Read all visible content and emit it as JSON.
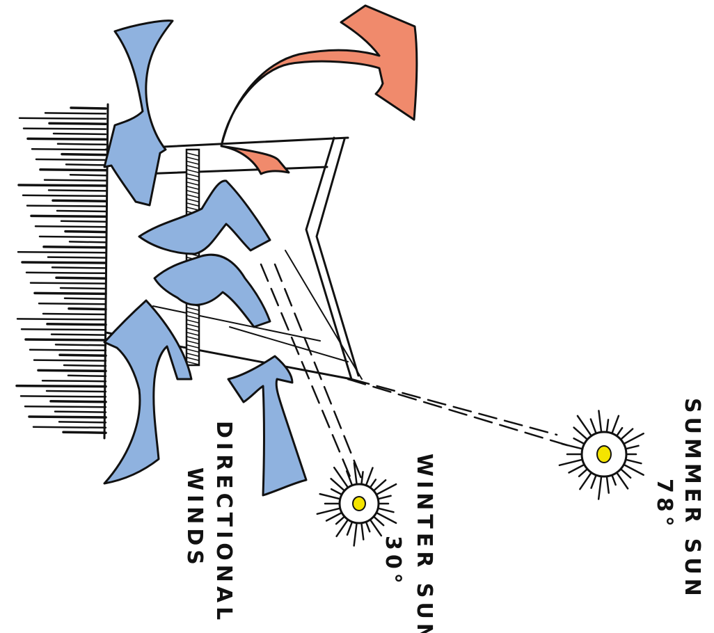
{
  "labels": {
    "summer_sun": "SUMMER SUN",
    "summer_angle": "78°",
    "winter_sun": "WINTER SUN",
    "winter_angle": "30°",
    "winds_line1": "DIRECTIONAL",
    "winds_line2": "WINDS"
  },
  "colors": {
    "wind": "#8fb2df",
    "hot_air": "#f08a6c",
    "sun_core": "#f4e400",
    "ink": "#111111",
    "background": "#ffffff"
  }
}
